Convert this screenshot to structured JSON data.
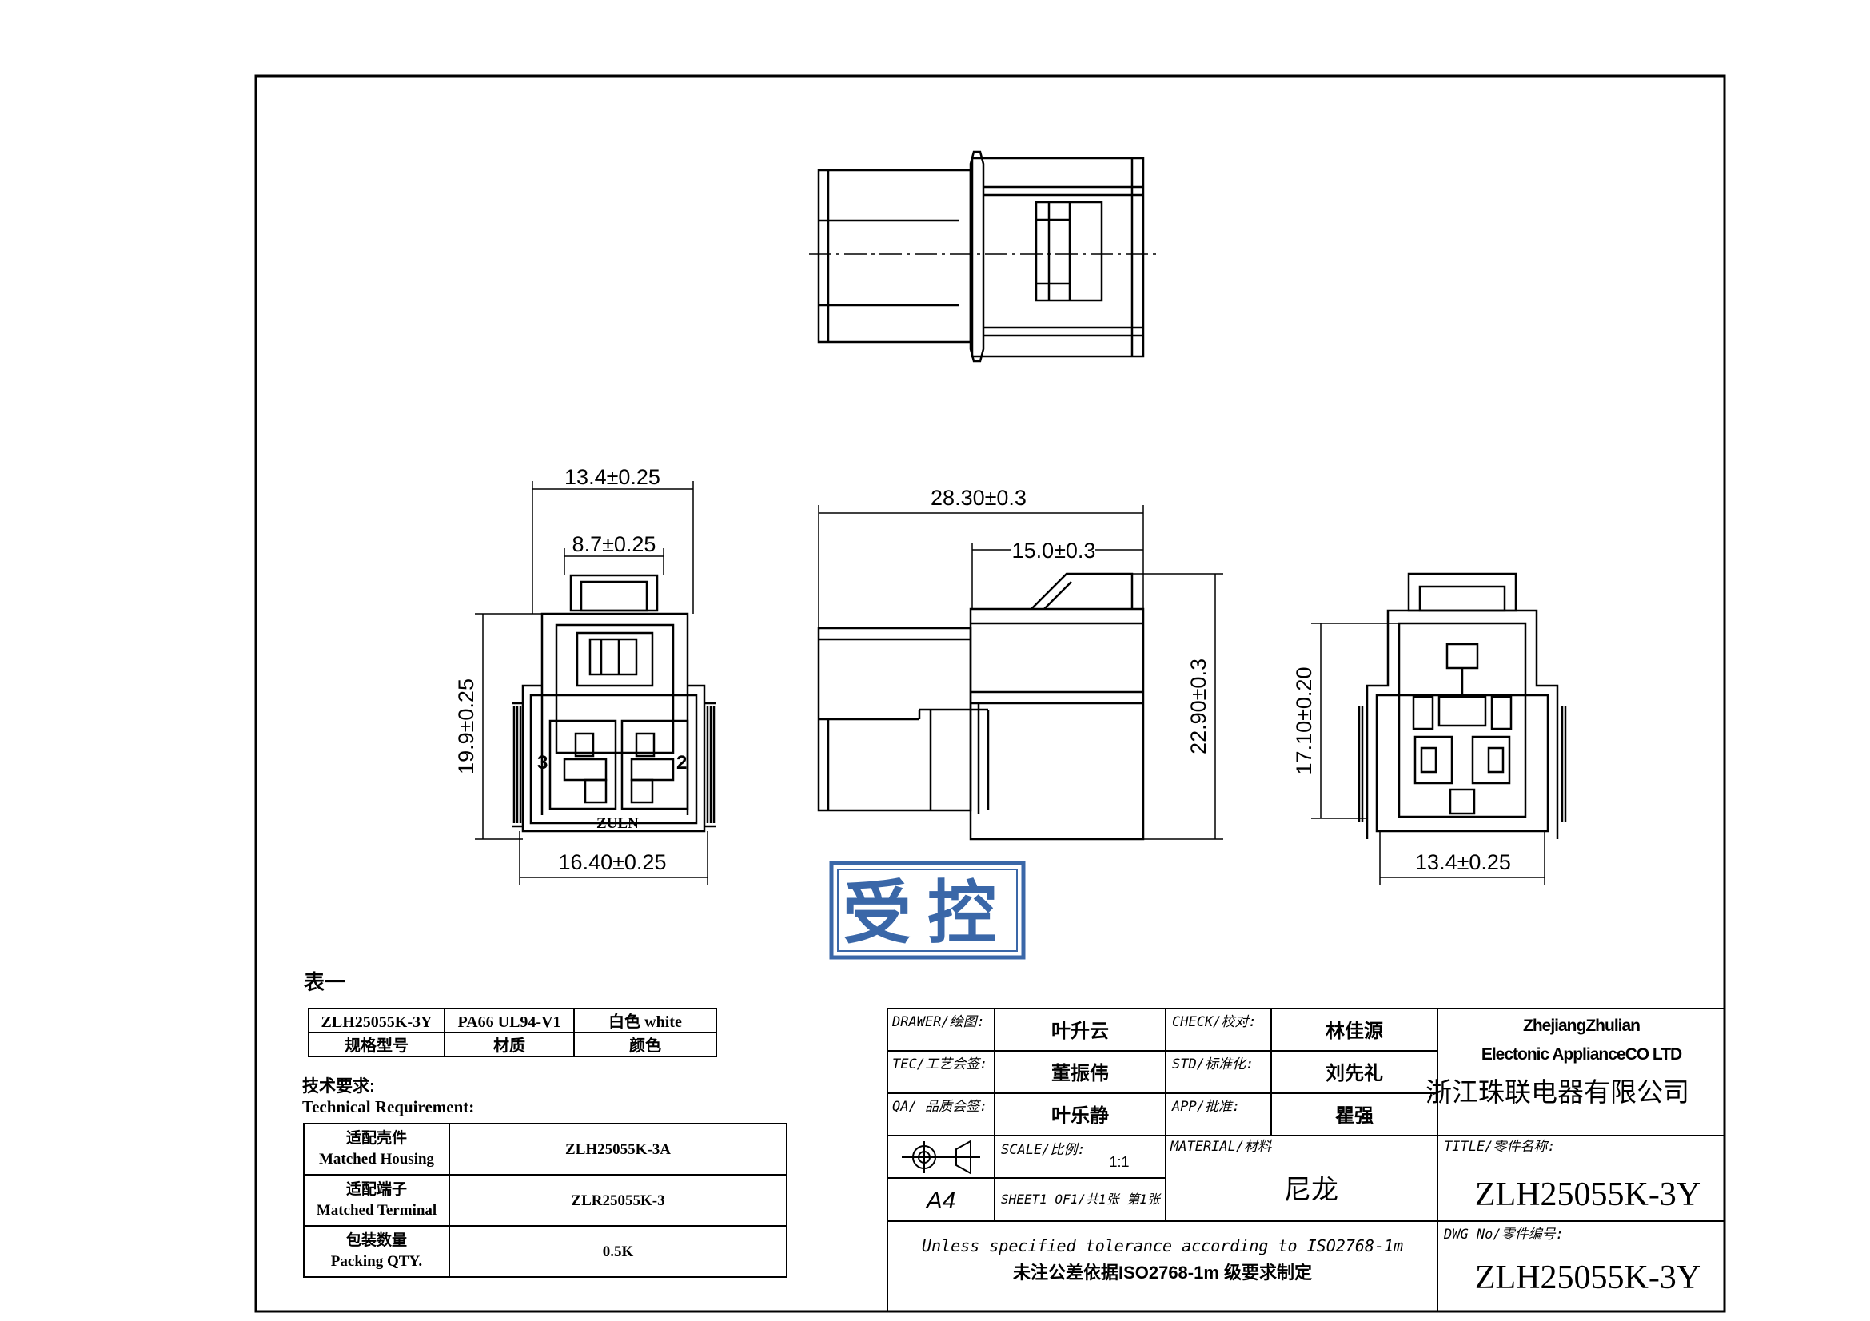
{
  "views": {
    "side_dims": {
      "top_width": "13.4±0.25",
      "latch_width": "8.7±0.25",
      "height": "19.9±0.25",
      "bottom_width": "16.40±0.25",
      "cavity_left": "3",
      "cavity_right": "2",
      "brand_mark": "ZULN"
    },
    "front_dims": {
      "length": "28.30±0.3",
      "latch_length": "15.0±0.3",
      "height": "22.90±0.3"
    },
    "end_dims": {
      "height": "17.10±0.20",
      "width": "13.4±0.25"
    }
  },
  "stamp": {
    "text": "受控",
    "color": "#3a67a8"
  },
  "table1": {
    "caption": "表一",
    "row1": [
      "ZLH25055K-3Y",
      "PA66 UL94-V1",
      "白色 white"
    ],
    "row2": [
      "规格型号",
      "材质",
      "颜色"
    ]
  },
  "tech": {
    "title_cn": "技术要求:",
    "title_en": "Technical Requirement:",
    "rows": [
      {
        "label_cn": "适配壳件",
        "label_en": "Matched Housing",
        "value": "ZLH25055K-3A"
      },
      {
        "label_cn": "适配端子",
        "label_en": "Matched Terminal",
        "value": "ZLR25055K-3"
      },
      {
        "label_cn": "包装数量",
        "label_en": "Packing QTY.",
        "value": "0.5K"
      }
    ]
  },
  "title_block": {
    "drawer_label": "DRAWER/绘图:",
    "drawer": "叶升云",
    "check_label": "CHECK/校对:",
    "check": "林佳源",
    "tec_label": "TEC/工艺会签:",
    "tec": "董振伟",
    "std_label": "STD/标准化:",
    "std": "刘先礼",
    "qa_label": "QA/ 品质会签:",
    "qa": "叶乐静",
    "app_label": "APP/批准:",
    "app": "瞿强",
    "company_en1": "ZhejiangZhulian",
    "company_en2": "Electonic ApplianceCO LTD",
    "company_cn": "浙江珠联电器有限公司",
    "scale_label": "SCALE/比例:",
    "scale": "1:1",
    "paper": "A4",
    "sheet": "SHEET1 OF1/共1张 第1张",
    "material_label": "MATERIAL/材料",
    "material": "尼龙",
    "title_label": "TITLE/零件名称:",
    "title": "ZLH25055K-3Y",
    "dwg_label": "DWG No/零件编号:",
    "dwg": "ZLH25055K-3Y",
    "tolerance_en": "Unless specified tolerance according to ISO2768-1m",
    "tolerance_cn": "未注公差依据ISO2768-1m 级要求制定"
  }
}
